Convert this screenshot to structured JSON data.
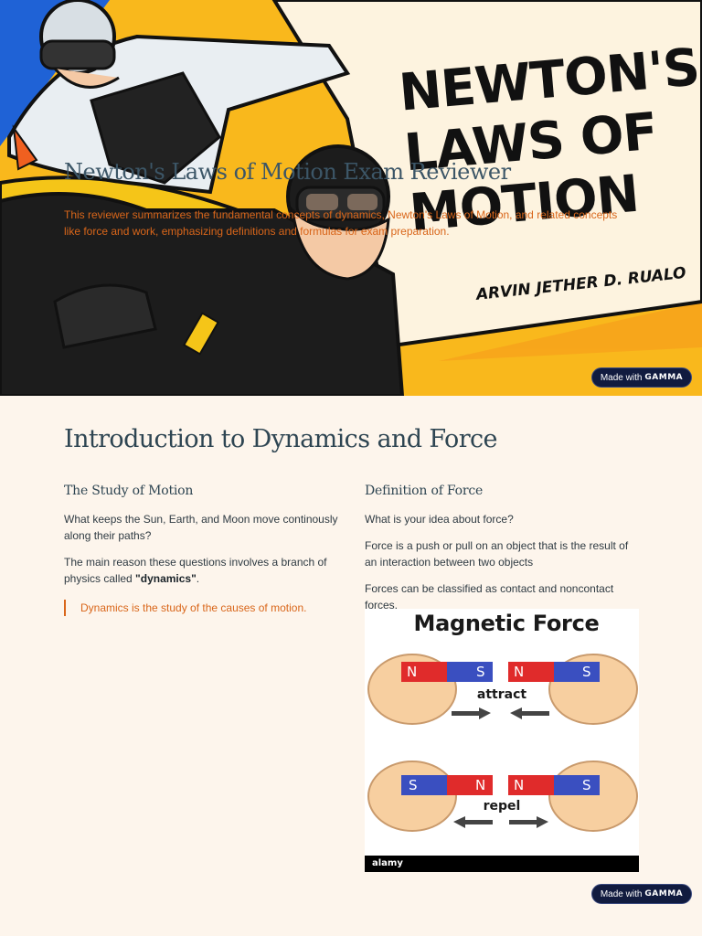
{
  "hero": {
    "book_title": "NEWTON'S LAWS OF MOTION",
    "book_author": "ARVIN JETHER D. RUALO",
    "doc_title": "Newton's Laws of Motion Exam Reviewer",
    "doc_description": "This reviewer summarizes the fundamental concepts of dynamics, Newton's Laws of Motion, and related concepts like force and work, emphasizing definitions and formulas for exam preparation."
  },
  "badge": {
    "prefix": "Made with",
    "brand": "GAMMA"
  },
  "section": {
    "title": "Introduction to Dynamics and Force",
    "left": {
      "heading": "The Study of Motion",
      "p1": "What keeps the Sun, Earth, and Moon move continously along their paths?",
      "p2_before": "The main reason these questions involves a branch of physics called ",
      "p2_bold": "\"dynamics\"",
      "p2_after": ".",
      "quote": "Dynamics is the study of the causes of motion."
    },
    "right": {
      "heading": "Definition of Force",
      "p1": "What is your idea about force?",
      "p2": "Force is a push or pull on an object that is the result of an interaction between two objects",
      "p3": "Forces can be classified as contact and noncontact forces.",
      "figure": {
        "title": "Magnetic Force",
        "attract_label": "attract",
        "repel_label": "repel",
        "pole_n": "N",
        "pole_s": "S",
        "watermark": "alamy"
      }
    }
  },
  "colors": {
    "accent_orange": "#d9661a",
    "heading_slate": "#2e4552",
    "badge_navy": "#111b3f",
    "hero_yellow": "#f9b81c",
    "hero_blue": "#1f62d6"
  }
}
